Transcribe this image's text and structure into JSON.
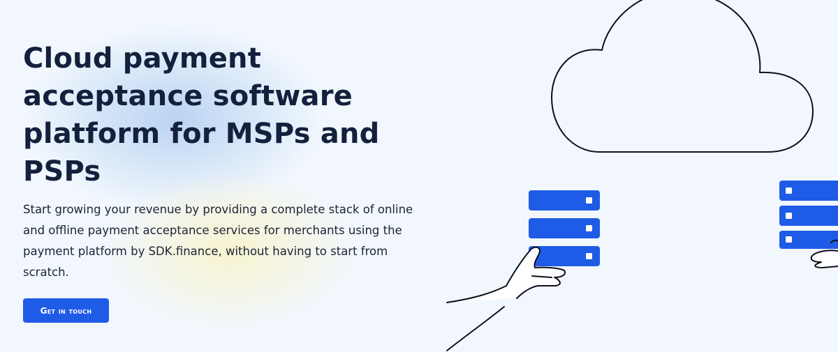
{
  "hero": {
    "headline": "Cloud payment acceptance software platform for MSPs and PSPs",
    "description": "Start growing your revenue by providing a complete stack of online and offline payment acceptance services for merchants using the payment platform by SDK.finance, without having to start from scratch.",
    "cta_label": "Get in touch"
  },
  "illustration": {
    "icons": [
      "cloud-icon",
      "server-rack-icon",
      "hand-icon"
    ],
    "server_color": "#1e5be6",
    "line_color": "#0b0f1a"
  },
  "colors": {
    "background": "#f1f7fd",
    "heading": "#14213d",
    "accent": "#1e5be6"
  }
}
